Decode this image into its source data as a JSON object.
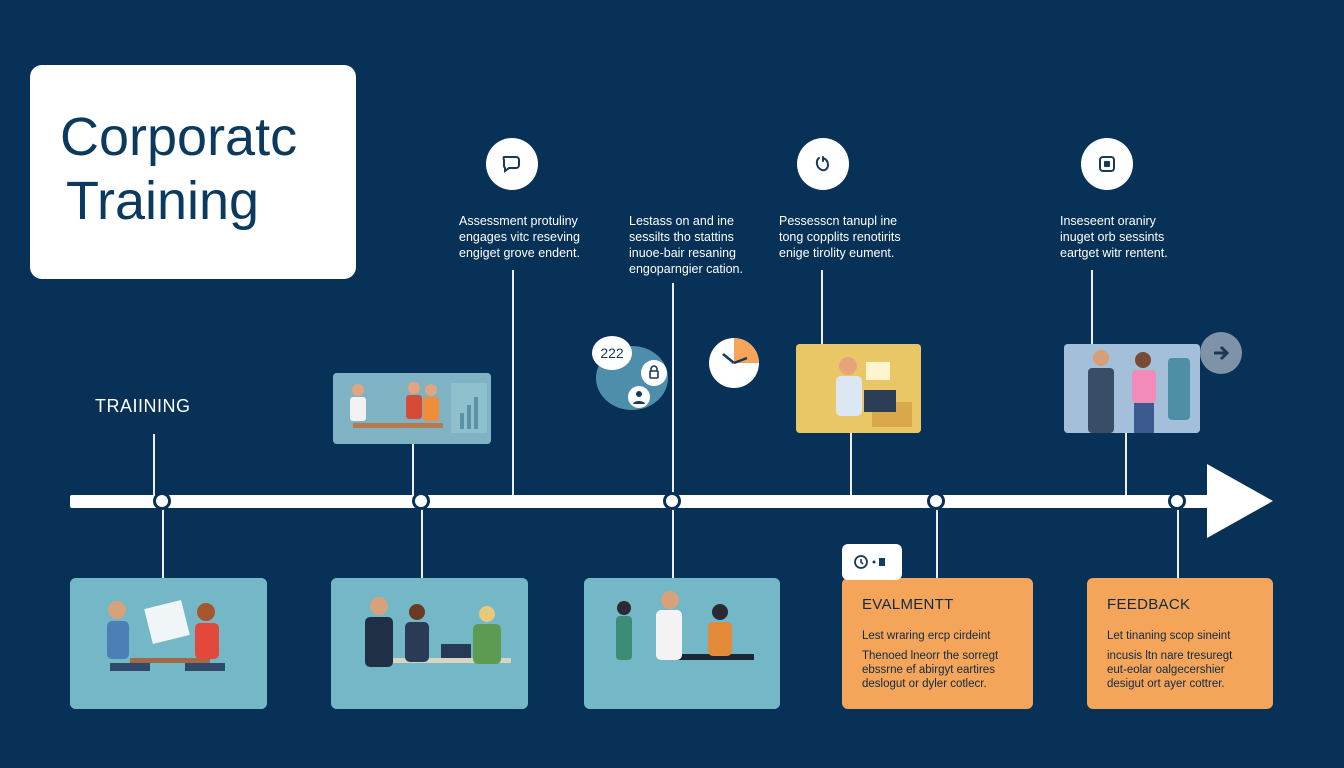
{
  "title": {
    "line1": "Corporatc",
    "line2": "Training"
  },
  "training_label": "TRAIINING",
  "notes": [
    {
      "lines": [
        "Assessment protuliny",
        "engages vitc reseving",
        "engiget grove endent."
      ]
    },
    {
      "lines": [
        "Lestass on and ine",
        "sessilts tho stattins",
        "inuoe-bair resaning",
        "engoparngier cation."
      ]
    },
    {
      "lines": [
        "Pessesscn tanupl ine",
        "tong copplits renotirits",
        "enige tirolity eument."
      ]
    },
    {
      "lines": [
        "Inseseent oraniry",
        "inuget orb sessints",
        "eartget witr rentent."
      ]
    }
  ],
  "small_widget": {
    "count": "222"
  },
  "stages": [
    {
      "title": "EVALMENTT",
      "lines": [
        "Lest wraring ercp cirdeint",
        "Thenoed lneorr the sorregt",
        "ebssrne ef abirgyt eartires",
        "deslogut or dyler cotlecr."
      ]
    },
    {
      "title": "FEEDBACK",
      "lines": [
        "Let tinaning scop sineint",
        "incusis ltn nare tresuregt",
        "eut-eolar oalgecershier",
        "desigut ort ayer cottrer."
      ]
    }
  ],
  "colors": {
    "background": "#073157",
    "orange": "#f4a559",
    "teal": "#74b7c6",
    "white": "#ffffff"
  },
  "icons": [
    "chat-icon",
    "hand-icon",
    "badge-icon",
    "clock-icon",
    "arrow-right-icon"
  ]
}
